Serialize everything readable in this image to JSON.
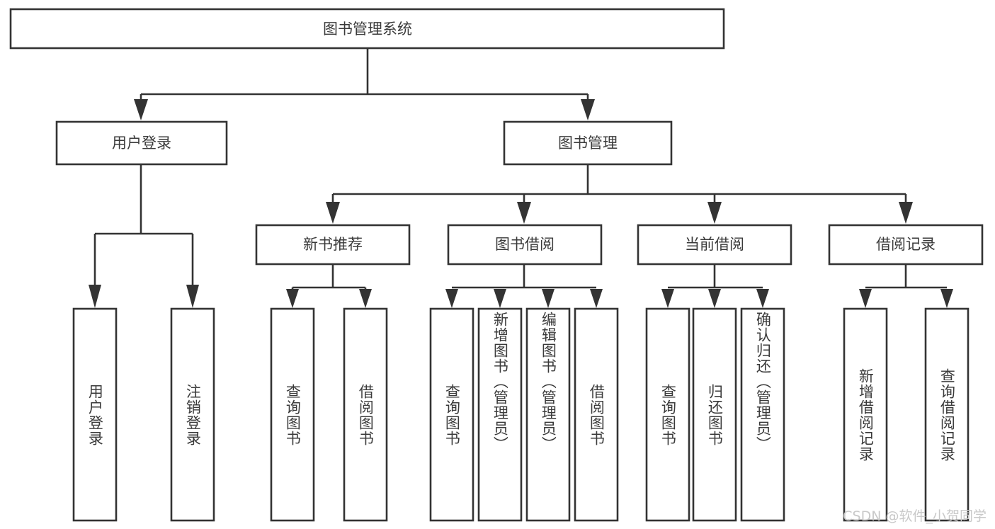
{
  "diagram": {
    "title": "图书管理系统",
    "type": "hierarchy-tree",
    "watermark": "CSDN @软件_小贺同学",
    "colors": {
      "box_stroke": "#333333",
      "box_fill": "#ffffff",
      "text": "#3a3a3a",
      "background": "#ffffff",
      "watermark": "#c9c9c9"
    },
    "root": {
      "label": "图书管理系统"
    },
    "level2": [
      {
        "label": "用户登录"
      },
      {
        "label": "图书管理"
      }
    ],
    "level3": [
      {
        "label": "新书推荐"
      },
      {
        "label": "图书借阅"
      },
      {
        "label": "当前借阅"
      },
      {
        "label": "借阅记录"
      }
    ],
    "leaves": {
      "user_login": [
        {
          "label": "用户登录"
        },
        {
          "label": "注销登录"
        }
      ],
      "new_book_recommend": [
        {
          "label": "查询图书"
        },
        {
          "label": "借阅图书"
        }
      ],
      "book_borrow": [
        {
          "label": "查询图书"
        },
        {
          "label": "新增图书（管理员）"
        },
        {
          "label": "编辑图书（管理员）"
        },
        {
          "label": "借阅图书"
        }
      ],
      "current_borrow": [
        {
          "label": "查询图书"
        },
        {
          "label": "归还图书"
        },
        {
          "label": "确认归还（管理员）"
        }
      ],
      "borrow_record": [
        {
          "label": "新增借阅记录"
        },
        {
          "label": "查询借阅记录"
        }
      ]
    }
  }
}
